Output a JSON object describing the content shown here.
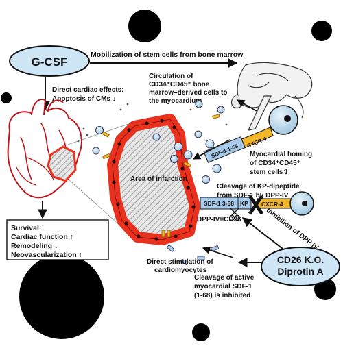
{
  "nodes": {
    "gcsf": "G-CSF",
    "cd26": [
      "CD26 K.O.",
      "Diprotin A"
    ]
  },
  "labels": {
    "mobilization": "Mobilization of stem cells from bone marrow",
    "circulation": [
      "Circulation of",
      "CD34⁺CD45⁺ bone",
      "marrow–derived cells to",
      "the myocardium"
    ],
    "direct_effects": [
      "Direct cardiac effects:",
      "Apoptosis of CMs ↓"
    ],
    "homing": [
      "Myocardial homing",
      "of CD34⁺CD45⁺",
      "stem cells⇧"
    ],
    "area_infarction": "Area of infarction",
    "cleavage_kp": [
      "Cleavage of KP-dipeptide",
      "from SDF-1 by DPP-IV"
    ],
    "dpp_cd26": "DPP-IV=CD26",
    "inhibition": "Inhibition of DPP IV",
    "direct_stim": [
      "Direct stimulation of",
      "cardiomyocytes"
    ],
    "cleavage_active": [
      "Cleavage of active",
      "myocardial SDF-1",
      "(1-68) is inhibited"
    ]
  },
  "receptors": {
    "sdf_full": "SDF-1 1-68",
    "cxcr4": "CXCR-4",
    "sdf_cleaved": "SDF-1 3-68",
    "kp": "KP",
    "cxcr4_b": "CXCR-4"
  },
  "outcomes": {
    "items": [
      "Survival ↑",
      "Cardiac function ↑",
      "Remodeling ↓",
      "Neovascularization ↑"
    ]
  },
  "colors": {
    "oval_fill": "#cfe6f7",
    "vessel_red": "#e8321e",
    "sdf_blue": "#a8cbeb",
    "cxcr_yellow": "#f2b62a",
    "cell_fill": "#b9d7ea"
  }
}
